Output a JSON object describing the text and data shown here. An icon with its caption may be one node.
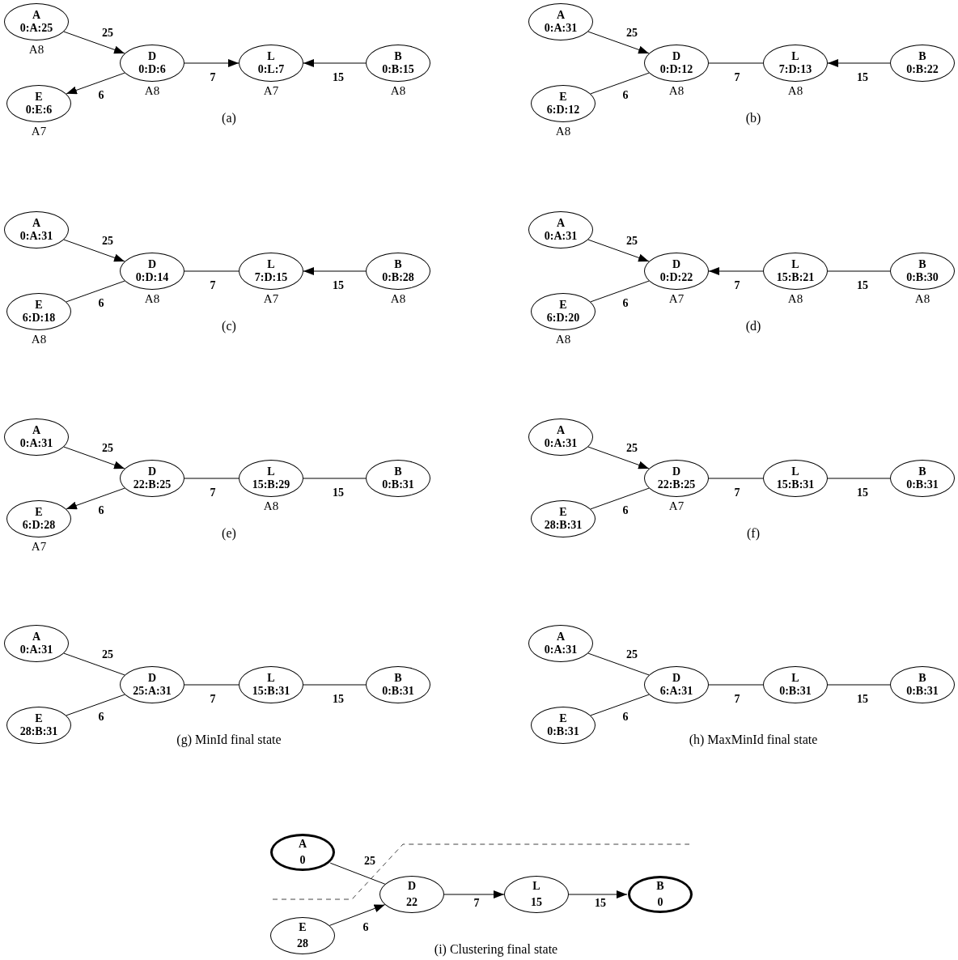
{
  "diagram": {
    "nodes": [
      {
        "text": [
          "A",
          "0:A:25"
        ],
        "beside": [
          "A8"
        ]
      },
      {
        "text": [
          "D",
          "0:D:6"
        ],
        "beside": [
          "A8"
        ]
      },
      {
        "text": [
          "L",
          "0:L:7"
        ],
        "beside": [
          "A7"
        ]
      },
      {
        "text": [
          "B",
          "0:B:15"
        ],
        "beside": [
          "A8"
        ]
      },
      {
        "text": [
          "E",
          "0:E:6"
        ],
        "beside": [
          "A7"
        ]
      },
      {
        "text": [
          "A",
          "0:A:31"
        ]
      },
      {
        "text": [
          "D",
          "0:D:12"
        ],
        "beside": [
          "A8"
        ]
      },
      {
        "text": [
          "L",
          "7:D:13"
        ],
        "beside": [
          "A8"
        ]
      },
      {
        "text": [
          "B",
          "0:B:22"
        ]
      },
      {
        "text": [
          "E",
          "6:D:12"
        ],
        "beside": [
          "A8"
        ]
      },
      {
        "text": [
          "A",
          "0:A:31"
        ]
      },
      {
        "text": [
          "D",
          "0:D:14"
        ],
        "beside": [
          "A8"
        ]
      },
      {
        "text": [
          "L",
          "7:D:15"
        ],
        "beside": [
          "A7"
        ]
      },
      {
        "text": [
          "B",
          "0:B:28"
        ],
        "beside": [
          "A8"
        ]
      },
      {
        "text": [
          "E",
          "6:D:18"
        ],
        "beside": [
          "A8"
        ]
      },
      {
        "text": [
          "A",
          "0:A:31"
        ]
      },
      {
        "text": [
          "D",
          "0:D:22"
        ],
        "beside": [
          "A7"
        ]
      },
      {
        "text": [
          "L",
          "15:B:21"
        ],
        "beside": [
          "A8"
        ]
      },
      {
        "text": [
          "B",
          "0:B:30"
        ],
        "beside": [
          "A8"
        ]
      },
      {
        "text": [
          "E",
          "6:D:20"
        ],
        "beside": [
          "A8"
        ]
      },
      {
        "text": [
          "A",
          "0:A:31"
        ]
      },
      {
        "text": [
          "D",
          "22:B:25"
        ]
      },
      {
        "text": [
          "L",
          "15:B:29"
        ],
        "beside": [
          "A8"
        ]
      },
      {
        "text": [
          "B",
          "0:B:31"
        ]
      },
      {
        "text": [
          "E",
          "6:D:28"
        ],
        "beside": [
          "A7"
        ]
      },
      {
        "text": [
          "A",
          "0:A:31"
        ]
      },
      {
        "text": [
          "D",
          "22:B:25"
        ],
        "beside": [
          "A7"
        ]
      },
      {
        "text": [
          "L",
          "15:B:31"
        ]
      },
      {
        "text": [
          "B",
          "0:B:31"
        ]
      },
      {
        "text": [
          "E",
          "28:B:31"
        ]
      },
      {
        "text": [
          "A",
          "0:A:31"
        ]
      },
      {
        "text": [
          "D",
          "25:A:31"
        ]
      },
      {
        "text": [
          "L",
          "15:B:31"
        ]
      },
      {
        "text": [
          "B",
          "0:B:31"
        ]
      },
      {
        "text": [
          "E",
          "28:B:31"
        ]
      },
      {
        "text": [
          "A",
          "0:A:31"
        ]
      },
      {
        "text": [
          "D",
          "6:A:31"
        ]
      },
      {
        "text": [
          "L",
          "0:B:31"
        ]
      },
      {
        "text": [
          "B",
          "0:B:31"
        ]
      },
      {
        "text": [
          "E",
          "0:B:31"
        ]
      },
      {
        "text": [
          "A",
          "0"
        ]
      },
      {
        "text": [
          "D",
          "22"
        ]
      },
      {
        "text": [
          "L",
          "15"
        ]
      },
      {
        "text": [
          "B",
          "0"
        ]
      },
      {
        "text": [
          "E",
          "28"
        ]
      }
    ],
    "edges": [
      {
        "from": 0,
        "to": 1,
        "arrow": "to",
        "label": "25"
      },
      {
        "from": 1,
        "to": 2,
        "arrow": "to",
        "label": "7"
      },
      {
        "from": 3,
        "to": 2,
        "arrow": "to",
        "label": "15"
      },
      {
        "from": 1,
        "to": 4,
        "arrow": "to",
        "label": "6"
      },
      {
        "from": 5,
        "to": 6,
        "arrow": "to",
        "label": "25"
      },
      {
        "from": 6,
        "to": 7,
        "arrow": "none",
        "label": "7"
      },
      {
        "from": 8,
        "to": 7,
        "arrow": "to",
        "label": "15"
      },
      {
        "from": 9,
        "to": 6,
        "arrow": "none",
        "label": "6"
      },
      {
        "from": 10,
        "to": 11,
        "arrow": "to",
        "label": "25"
      },
      {
        "from": 11,
        "to": 12,
        "arrow": "none",
        "label": "7"
      },
      {
        "from": 13,
        "to": 12,
        "arrow": "to",
        "label": "15"
      },
      {
        "from": 14,
        "to": 11,
        "arrow": "none",
        "label": "6"
      },
      {
        "from": 15,
        "to": 16,
        "arrow": "to",
        "label": "25"
      },
      {
        "from": 17,
        "to": 16,
        "arrow": "to",
        "label": "7"
      },
      {
        "from": 17,
        "to": 18,
        "arrow": "none",
        "label": "15"
      },
      {
        "from": 19,
        "to": 16,
        "arrow": "none",
        "label": "6"
      },
      {
        "from": 20,
        "to": 21,
        "arrow": "to",
        "label": "25"
      },
      {
        "from": 21,
        "to": 22,
        "arrow": "none",
        "label": "7"
      },
      {
        "from": 22,
        "to": 23,
        "arrow": "none",
        "label": "15"
      },
      {
        "from": 21,
        "to": 24,
        "arrow": "to",
        "label": "6"
      },
      {
        "from": 25,
        "to": 26,
        "arrow": "to",
        "label": "25"
      },
      {
        "from": 26,
        "to": 27,
        "arrow": "none",
        "label": "7"
      },
      {
        "from": 27,
        "to": 28,
        "arrow": "none",
        "label": "15"
      },
      {
        "from": 29,
        "to": 26,
        "arrow": "none",
        "label": "6"
      },
      {
        "from": 30,
        "to": 31,
        "arrow": "none",
        "label": "25"
      },
      {
        "from": 31,
        "to": 32,
        "arrow": "none",
        "label": "7"
      },
      {
        "from": 32,
        "to": 33,
        "arrow": "none",
        "label": "15"
      },
      {
        "from": 34,
        "to": 31,
        "arrow": "none",
        "label": "6"
      },
      {
        "from": 35,
        "to": 36,
        "arrow": "none",
        "label": "25"
      },
      {
        "from": 36,
        "to": 37,
        "arrow": "none",
        "label": "7"
      },
      {
        "from": 37,
        "to": 38,
        "arrow": "none",
        "label": "15"
      },
      {
        "from": 39,
        "to": 36,
        "arrow": "none",
        "label": "6"
      },
      {
        "from": 40,
        "to": 41,
        "arrow": "none",
        "label": "25"
      },
      {
        "from": 41,
        "to": 42,
        "arrow": "to",
        "label": "7"
      },
      {
        "from": 42,
        "to": 43,
        "arrow": "to",
        "label": "15"
      },
      {
        "from": 44,
        "to": 41,
        "arrow": "to",
        "label": "6"
      }
    ],
    "labels": [
      "(a)",
      "(b)",
      "(c)",
      "(d)",
      "(e)",
      "(f)",
      "(g) MinId final state",
      "(h) MaxMinId final state",
      "(i) Clustering final state"
    ]
  }
}
